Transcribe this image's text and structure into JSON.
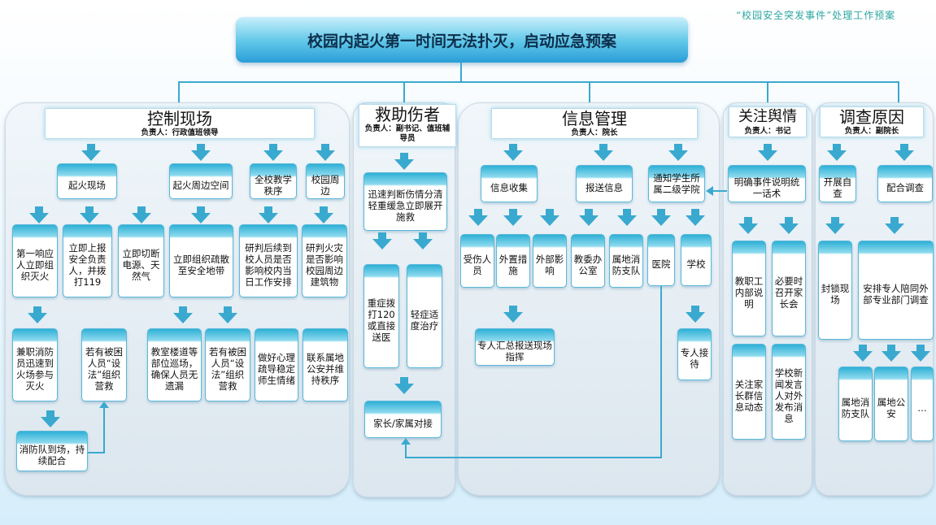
{
  "note": "“校园安全突发事件”处理工作预案",
  "title": "校园内起火第一时间无法扑灭，启动应急预案",
  "sections": {
    "control": {
      "name": "控制现场",
      "lead": "负责人：行政值班领导"
    },
    "rescue": {
      "name": "救助伤者",
      "lead": "负责人：副书记、值班辅导员"
    },
    "info": {
      "name": "信息管理",
      "lead": "负责人：院长"
    },
    "opinion": {
      "name": "关注舆情",
      "lead": "负责人：书记"
    },
    "investigate": {
      "name": "调查原因",
      "lead": "负责人：副院长"
    }
  },
  "control": {
    "fire_scene": "起火现场",
    "fire_area": "起火周边空间",
    "campus_order": "全校教学秩序",
    "campus_around": "校园周边",
    "first_responder": "第一响应人立即组织灭火",
    "report_safety": "立即上报安全负责人，并拨打119",
    "cut_power": "立即切断电源、天然气",
    "evacuate": "立即组织疏散至安全地带",
    "judge_schedule": "研判后续到校人员是否影响校内当日工作安排",
    "judge_building": "研判火灾是否影响校园周边建筑物",
    "part_time_fire": "兼职消防员迅速到火场参与灭火",
    "trapped_rescue1": "若有被困人员“设法”组织营救",
    "patrol": "教室楼道等部位巡场，确保人员无遗漏",
    "trapped_rescue2": "若有被困人员“设法”组织营救",
    "psych": "做好心理疏导稳定师生情绪",
    "police": "联系属地公安并维持秩序",
    "fire_brigade": "消防队到场，持续配合"
  },
  "rescue": {
    "assess": "迅速判断伤情分清轻重缓急立即展开施救",
    "severe": "重症拨打120或直接送医",
    "mild": "轻症适度治疗",
    "family": "家长/家属对接"
  },
  "info": {
    "collect": "信息收集",
    "report": "报送信息",
    "notify": "通知学生所属二级学院",
    "injured": "受伤人员",
    "measures": "外置措施",
    "impact": "外部影响",
    "edu_office": "教委办公室",
    "local_fire": "属地消防支队",
    "hospital": "医院",
    "school": "学校",
    "summary": "专人汇总报送现场指挥",
    "reception": "专人接待"
  },
  "opinion": {
    "unify": "明确事件说明统一话术",
    "staff_explain": "教职工内部说明",
    "parents_meeting": "必要时召开家长会",
    "parent_groups": "关注家长群信息动态",
    "spokesman": "学校新闻发言人对外发布消息"
  },
  "investigate": {
    "self_check": "开展自查",
    "cooperate": "配合调查",
    "seal": "封锁现场",
    "arrange": "安排专人陪同外部专业部门调查",
    "fire_team": "属地消防支队",
    "police": "属地公安",
    "more": "…"
  }
}
